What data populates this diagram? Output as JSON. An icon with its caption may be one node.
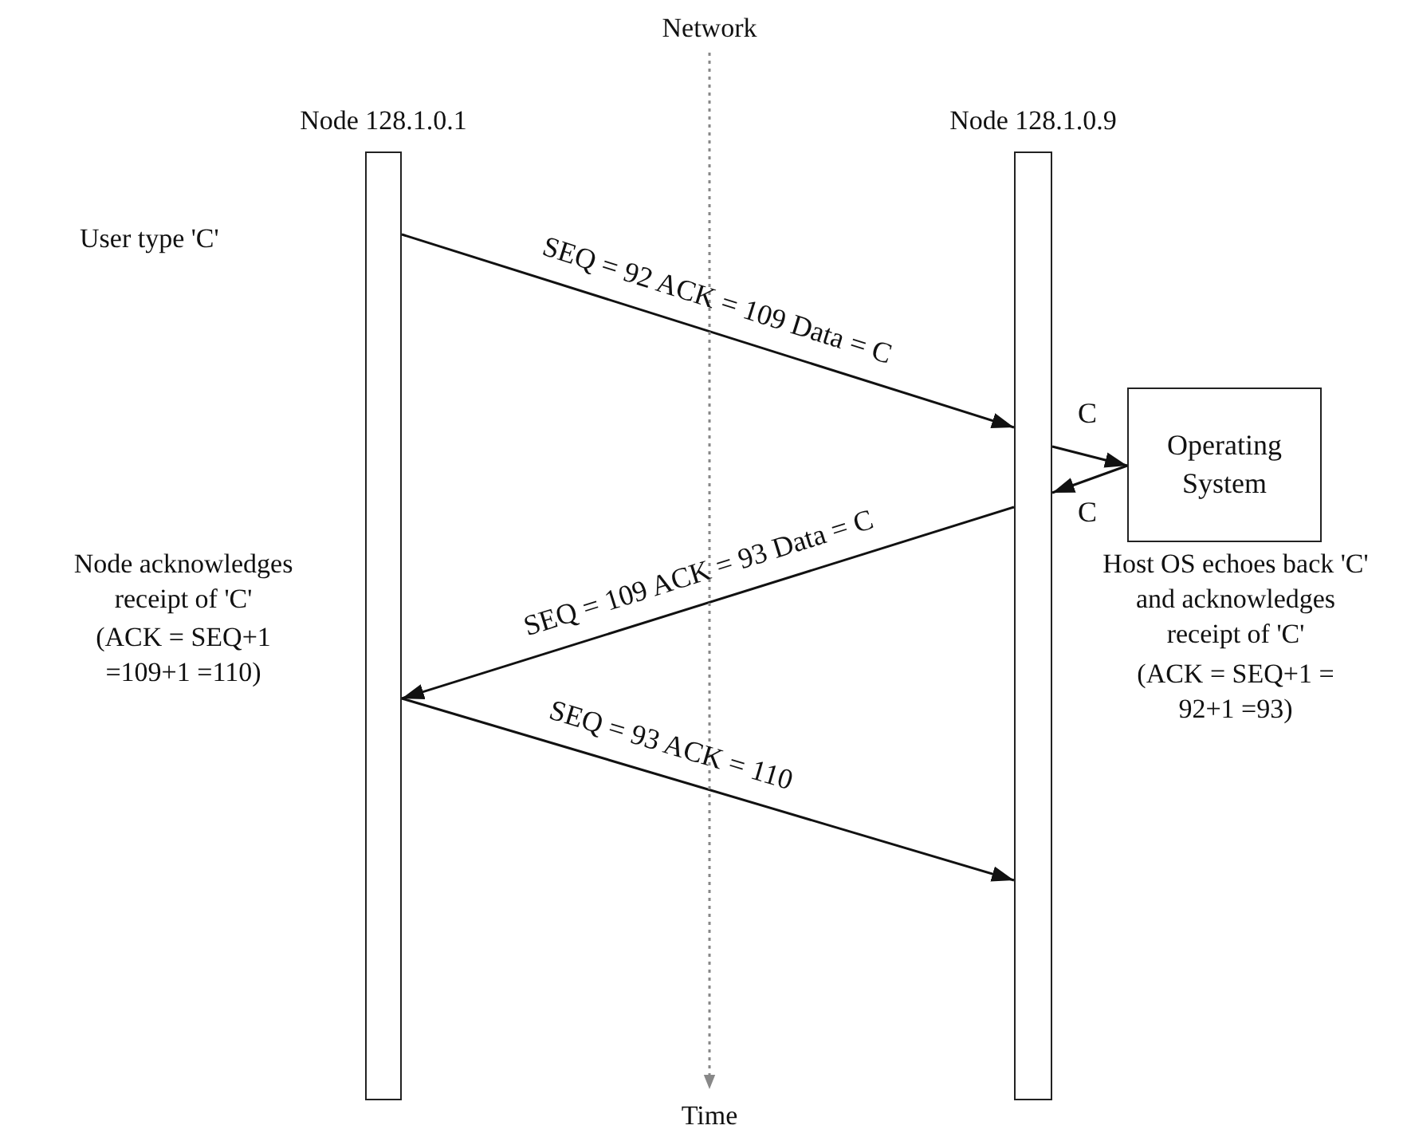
{
  "diagram": {
    "nodes": [
      {
        "text": [
          "Node 128.1.0.1"
        ],
        "beside": [
          "Node acknowledges receipt of 'C'",
          "(ACK = SEQ+1 =109+1 =110)"
        ]
      },
      {
        "text": [
          "Node 128.1.0.9"
        ],
        "beside": [
          "Host OS echoes back 'C' and acknowledges receipt of 'C'",
          "(ACK = SEQ+1 = 92+1 =93)"
        ]
      },
      {
        "text": [
          "Operating System"
        ]
      },
      {
        "text": [
          "Network"
        ]
      },
      {
        "text": [
          "Time"
        ]
      }
    ],
    "edges": [
      {
        "from": 0,
        "to": 1,
        "arrow": "to",
        "label": "SEQ = 92 ACK = 109 Data = C"
      },
      {
        "from": 1,
        "to": 2,
        "arrow": "to",
        "label": "C"
      },
      {
        "from": 2,
        "to": 1,
        "arrow": "to",
        "label": "C"
      },
      {
        "from": 1,
        "to": 0,
        "arrow": "to",
        "label": "SEQ = 109 ACK = 93 Data = C"
      },
      {
        "from": 0,
        "to": 1,
        "arrow": "to",
        "label": "SEQ = 93 ACK = 110"
      },
      {
        "from": 3,
        "to": 4,
        "arrow": "to",
        "style": "dashed",
        "color": "#888888"
      }
    ],
    "labels": [
      "User type 'C'"
    ]
  }
}
